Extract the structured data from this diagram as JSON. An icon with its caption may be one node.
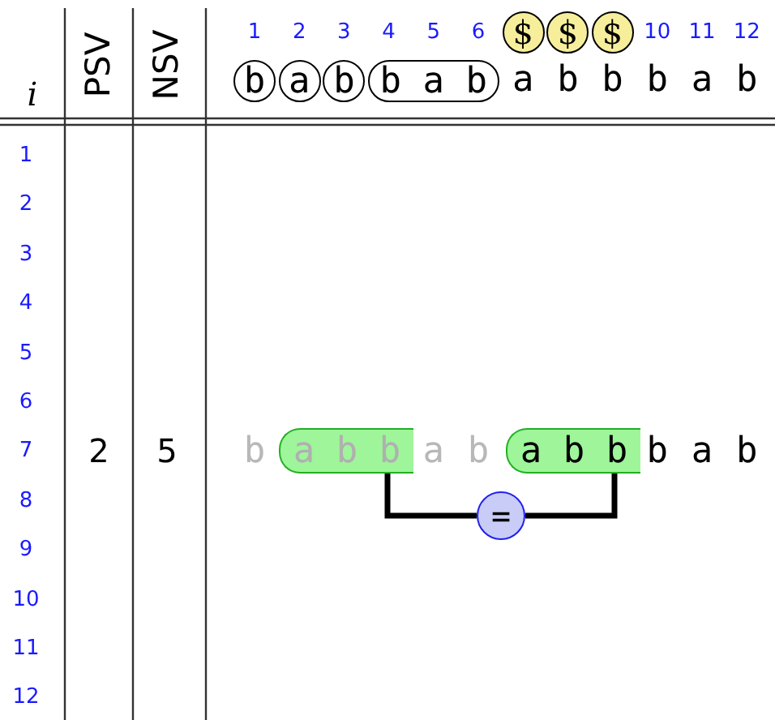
{
  "diagram": {
    "nodes": [
      {
        "text": [
          "b"
        ]
      },
      {
        "text": [
          "a"
        ]
      },
      {
        "text": [
          "b"
        ]
      },
      {
        "text": [
          "b a b"
        ]
      },
      {
        "text": [
          "$"
        ]
      },
      {
        "text": [
          "$"
        ]
      },
      {
        "text": [
          "$"
        ]
      },
      {
        "text": [
          "a b b"
        ]
      },
      {
        "text": [
          "a b b"
        ]
      },
      {
        "text": [
          "="
        ]
      }
    ],
    "edges": [
      {
        "from": 7,
        "to": 9,
        "arrow": "none"
      },
      {
        "from": 9,
        "to": 8,
        "arrow": "none"
      }
    ],
    "labels": [
      "i",
      "PSV",
      "NSV",
      "1",
      "2",
      "3",
      "4",
      "5",
      "6",
      "10",
      "11",
      "12",
      "a",
      "b",
      "b",
      "b",
      "a",
      "b",
      "1",
      "2",
      "3",
      "4",
      "5",
      "6",
      "7",
      "2",
      "5",
      "b",
      "a",
      "b",
      "b",
      "a",
      "b",
      "8",
      "9",
      "10",
      "11",
      "12"
    ]
  }
}
